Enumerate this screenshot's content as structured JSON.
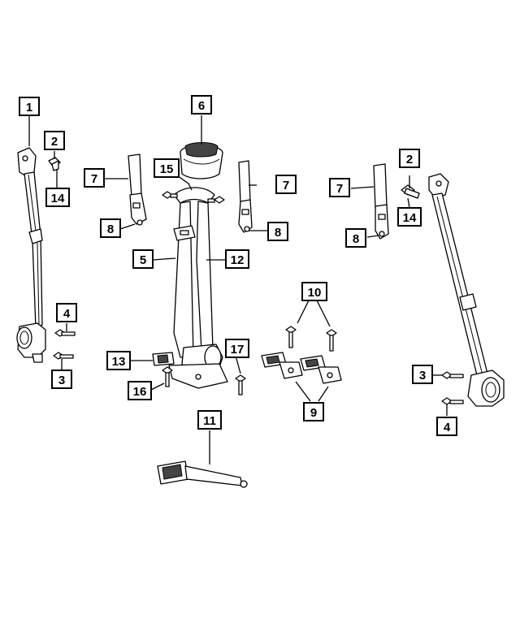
{
  "callouts": {
    "c1": "1",
    "c2a": "2",
    "c14a": "14",
    "c4a": "4",
    "c3a": "3",
    "c6": "6",
    "c7a": "7",
    "c8a": "8",
    "c15": "15",
    "c7b": "7",
    "c8b": "8",
    "c5": "5",
    "c12": "12",
    "c13": "13",
    "c16": "16",
    "c17": "17",
    "c10": "10",
    "c9": "9",
    "c11": "11",
    "c7c": "7",
    "c8c": "8",
    "c2b": "2",
    "c14b": "14",
    "c3b": "3",
    "c4b": "4"
  }
}
